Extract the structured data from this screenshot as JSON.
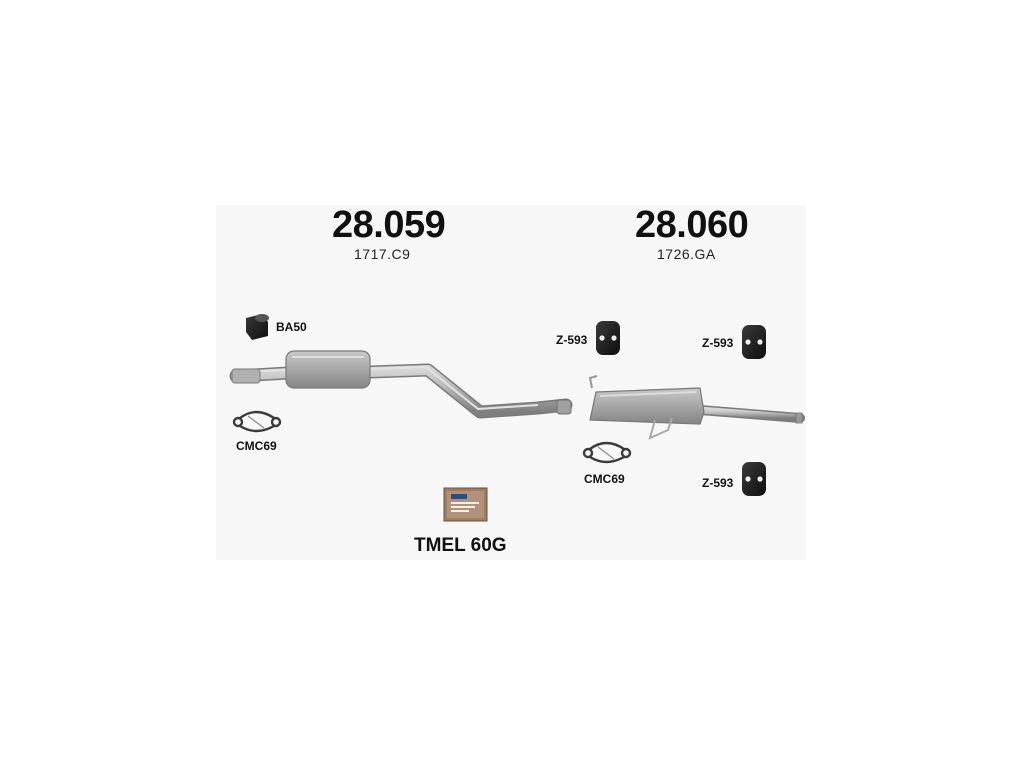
{
  "front_section": {
    "part_number": "28.059",
    "oem_code": "1717.C9"
  },
  "rear_section": {
    "part_number": "28.060",
    "oem_code": "1726.GA"
  },
  "accessories": {
    "bush": "BA50",
    "clamp_front": "CMC69",
    "clamp_rear": "CMC69",
    "hanger_1": "Z-593",
    "hanger_2": "Z-593",
    "hanger_3": "Z-593",
    "paste": "TMEL 60G"
  },
  "colors": {
    "pipe": "#a9a9a9",
    "rubber": "#1c1c1c",
    "panel": "#f7f7f7",
    "package": "#9e7e62"
  }
}
